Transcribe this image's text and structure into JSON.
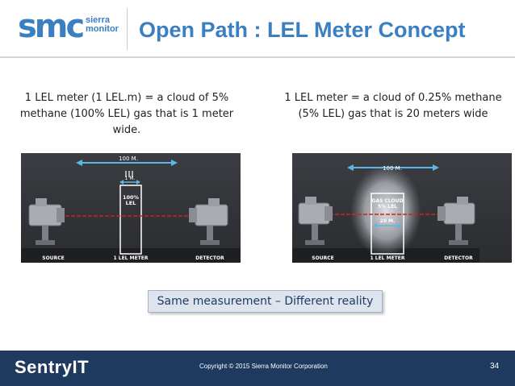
{
  "header": {
    "logo_main": "smc",
    "logo_sub_line1": "sierra",
    "logo_sub_line2": "monitor",
    "title": "Open Path : LEL Meter Concept"
  },
  "left": {
    "caption": "1 LEL meter (1 LEL.m) = a cloud of 5% methane (100% LEL) gas that is 1 meter wide.",
    "distance_label": "100 M.",
    "width_label": "1 M.",
    "conc_line1": "100%",
    "conc_line2": "LEL",
    "source_label": "SOURCE",
    "meter_label": "1 LEL METER",
    "detector_label": "DETECTOR"
  },
  "right": {
    "caption": "1 LEL meter = a cloud of 0.25% methane (5% LEL) gas that is 20 meters wide",
    "distance_label": "100 M.",
    "cloud_line1": "GAS CLOUD",
    "cloud_line2": "5% LEL",
    "width_label": "20 M.",
    "source_label": "SOURCE",
    "meter_label": "1 LEL METER",
    "detector_label": "DETECTOR"
  },
  "measure_text": "Same measurement – Different reality",
  "footer": {
    "brand": "SentryIT",
    "copyright": "Copyright © 2015 Sierra Monitor Corporation",
    "page": "34"
  },
  "colors": {
    "brand_blue": "#3a7fc1",
    "footer_navy": "#1e3a5f",
    "beam_red": "#d42020",
    "arrow_cyan": "#5ab8e8"
  }
}
